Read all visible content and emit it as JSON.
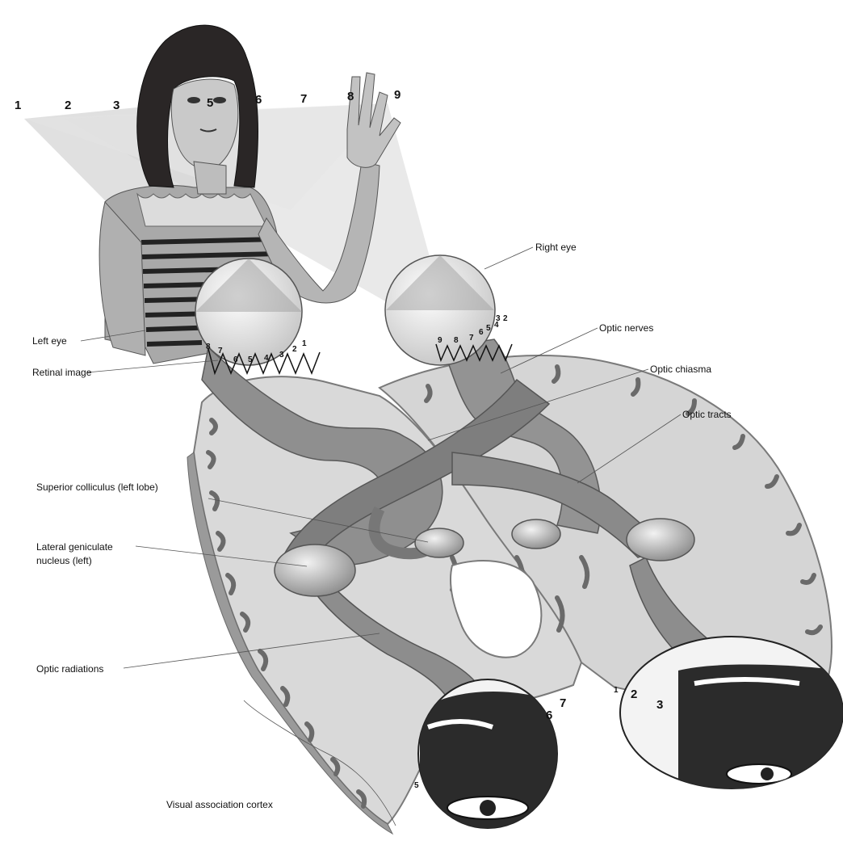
{
  "field_numbers": [
    "1",
    "2",
    "3",
    "5",
    "6",
    "7",
    "8",
    "9"
  ],
  "left_retina_numbers": [
    "8",
    "7",
    "6",
    "5",
    "4",
    "3",
    "2",
    "1"
  ],
  "right_retina_numbers": [
    "9",
    "8",
    "7",
    "6",
    "5",
    "4",
    "3",
    "2"
  ],
  "left_cortex_numbers": [
    "5",
    "6",
    "7"
  ],
  "right_cortex_numbers": [
    "1",
    "2",
    "3"
  ],
  "labels": {
    "right_eye": "Right eye",
    "left_eye": "Left eye",
    "retinal_image": "Retinal image",
    "optic_nerves": "Optic nerves",
    "optic_chiasma": "Optic chiasma",
    "optic_tracts": "Optic tracts",
    "superior_colliculus": "Superior colliculus (left lobe)",
    "lgn_line1": "Lateral geniculate",
    "lgn_line2": "nucleus (left)",
    "optic_radiations": "Optic radiations",
    "visual_association_cortex": "Visual association cortex"
  },
  "colors": {
    "tract": "#8f8f8f",
    "tract_dark": "#6e6e6e",
    "cortex": "#d9d9d9",
    "cortex_edge": "#7a7a7a",
    "hair": "#2a2626",
    "skin": "#bdbdbd",
    "eye_globe": "#ececec"
  }
}
